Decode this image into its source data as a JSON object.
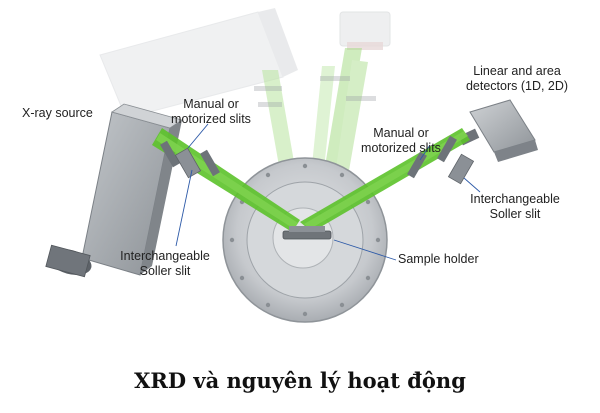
{
  "diagram": {
    "labels": {
      "xray_source": "X-ray source",
      "manual_slits_left": [
        "Manual or",
        "motorized slits"
      ],
      "manual_slits_right": [
        "Manual or",
        "motorized slits"
      ],
      "soller_left": [
        "Interchangeable",
        "Soller slit"
      ],
      "soller_right": [
        "Interchangeable",
        "Soller slit"
      ],
      "detectors": [
        "Linear and area",
        "detectors (1D, 2D)"
      ],
      "sample_holder": "Sample holder"
    },
    "colors": {
      "beam": "#5cc22a",
      "beam_faint": "#b9e5a0",
      "housing": "#9aa0a6",
      "housing_dark": "#6d7379",
      "goniometer": "#c9ccd0",
      "leader_line": "#2d5aa8"
    }
  },
  "caption": "XRD và nguyên lý hoạt động"
}
